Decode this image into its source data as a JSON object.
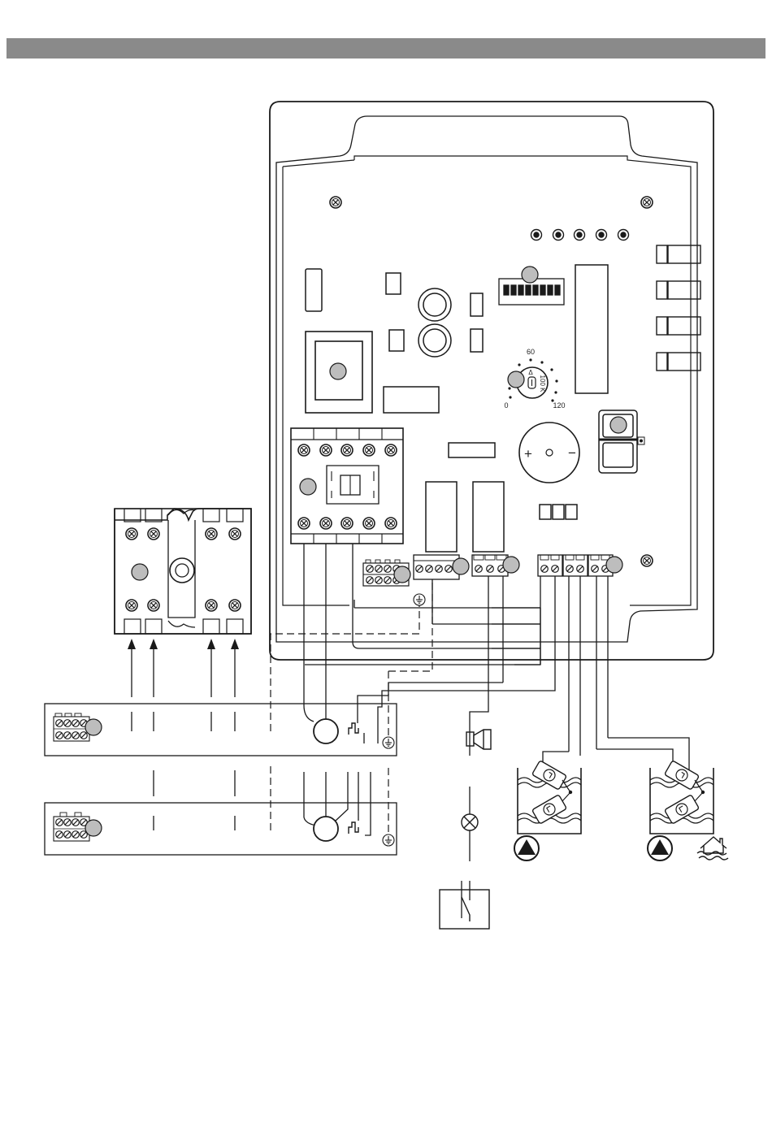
{
  "colors": {
    "header_bar": "#8a8a8a",
    "line": "#1a1a1a",
    "callout_fill": "#bdbdbd",
    "background": "#ffffff"
  },
  "header": {
    "title": ""
  },
  "dial": {
    "mark_top": "60",
    "mark_left": "0",
    "mark_right": "120",
    "knob_label": "100 K",
    "delta": "Δ"
  },
  "buzzer": {
    "plus": "+",
    "minus": "−"
  },
  "icons": [
    "screw-icon",
    "led-icon",
    "dip-switch-icon",
    "potentiometer-icon",
    "buzzer-icon",
    "motor-icon",
    "ground-icon",
    "horn-icon",
    "lamp-icon",
    "float-switch-icon",
    "pump-icon",
    "flood-alarm-icon"
  ]
}
